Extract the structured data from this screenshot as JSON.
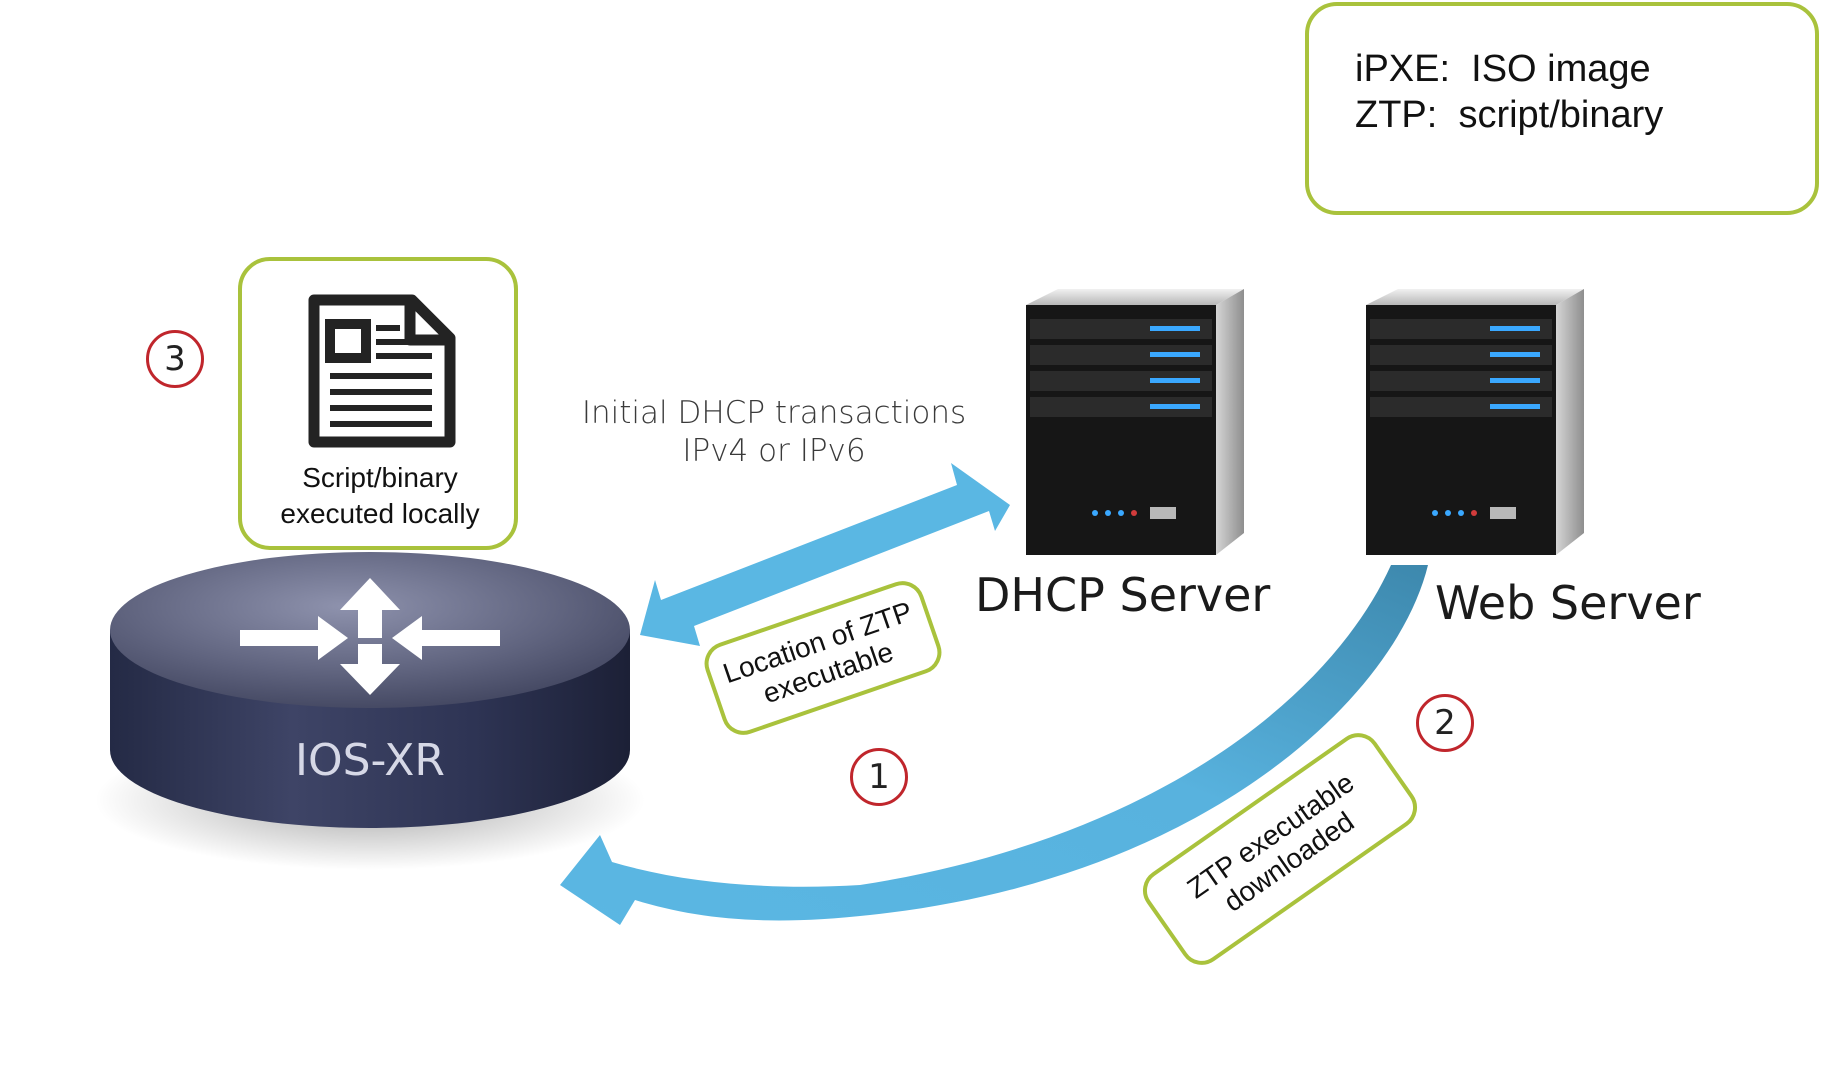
{
  "legend": {
    "line1": "iPXE:  ISO image",
    "line2": "ZTP:  script/binary"
  },
  "router": {
    "label": "IOS-XR"
  },
  "document": {
    "caption_line1": "Script/binary",
    "caption_line2": "executed locally",
    "icon": "document-icon"
  },
  "dhcp_transaction": {
    "line1": "Initial DHCP transactions",
    "line2": "IPv4 or IPv6"
  },
  "servers": {
    "dhcp_label": "DHCP Server",
    "web_label": "Web Server",
    "icon": "server-tower-icon"
  },
  "annotations": {
    "ztp_location_line1": "Location of ZTP",
    "ztp_location_line2": "executable",
    "ztp_download_line1": "ZTP executable",
    "ztp_download_line2": "downloaded"
  },
  "steps": {
    "one": "1",
    "two": "2",
    "three": "3"
  },
  "colors": {
    "accent_green": "#a9c23c",
    "arrow_blue": "#5ab7e3",
    "step_red": "#c0262c"
  }
}
